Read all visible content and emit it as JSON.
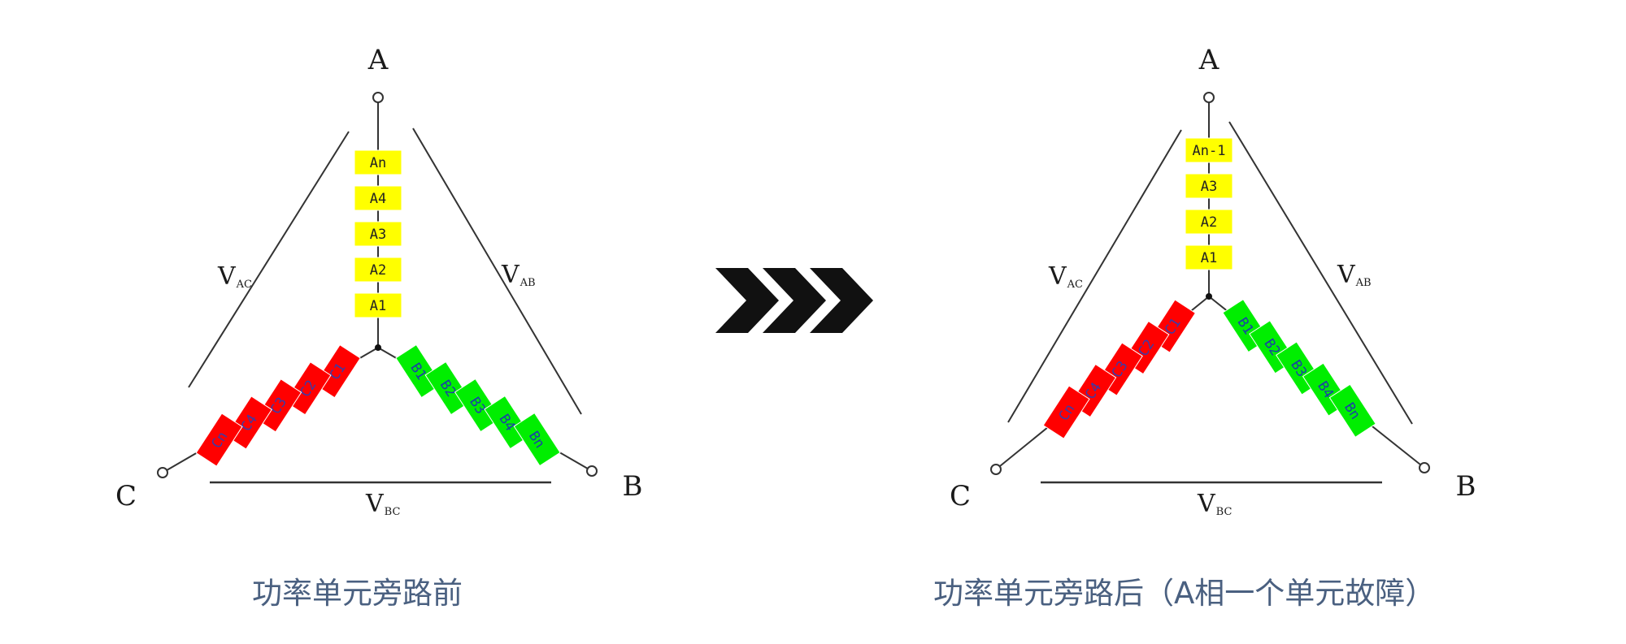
{
  "colors": {
    "phase_a": "#ffff00",
    "phase_b": "#00ee00",
    "phase_c": "#ff0000",
    "cell_text_a": "#222222",
    "cell_text_b": "#1a3fa8",
    "cell_text_c": "#3b3ba8",
    "caption": "#4a6080",
    "arrow": "#111111"
  },
  "diagrams": [
    {
      "node_a": "A",
      "node_b": "B",
      "node_c": "C",
      "v_ac": "V",
      "v_ac_sub": "AC",
      "v_ab": "V",
      "v_ab_sub": "AB",
      "v_bc": "V",
      "v_bc_sub": "BC",
      "a_cells": [
        "An",
        "A4",
        "A3",
        "A2",
        "A1"
      ],
      "b_cells": [
        "B1",
        "B2",
        "B3",
        "B4",
        "Bn"
      ],
      "c_cells": [
        "C1",
        "C2",
        "C3",
        "C4",
        "Cn"
      ],
      "caption": "功率单元旁路前"
    },
    {
      "node_a": "A",
      "node_b": "B",
      "node_c": "C",
      "v_ac": "V",
      "v_ac_sub": "AC",
      "v_ab": "V",
      "v_ab_sub": "AB",
      "v_bc": "V",
      "v_bc_sub": "BC",
      "a_cells": [
        "An-1",
        "A3",
        "A2",
        "A1"
      ],
      "b_cells": [
        "B1",
        "B2",
        "B3",
        "B4",
        "Bn"
      ],
      "c_cells": [
        "C1",
        "C2",
        "C3",
        "C4",
        "Cn"
      ],
      "caption": "功率单元旁路后（A相一个单元故障）"
    }
  ],
  "arrow_icon": "triple-chevron-right-icon"
}
